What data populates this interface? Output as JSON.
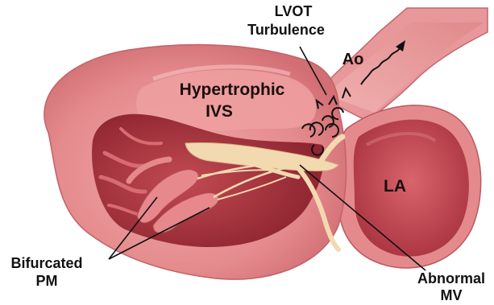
{
  "labels": {
    "lvot_line1": "LVOT",
    "lvot_line2": "Turbulence",
    "ao": "Ao",
    "hypertrophic_line1": "Hypertrophic",
    "hypertrophic_line2": "IVS",
    "la": "LA",
    "bifurcated_line1": "Bifurcated",
    "bifurcated_line2": "PM",
    "abnormal_line1": "Abnormal",
    "abnormal_line2": "MV"
  },
  "colors": {
    "myocardium": "#e48a8c",
    "myocardium_light": "#f2b3b3",
    "cavity_dark": "#a8333c",
    "cavity_mid": "#c24a52",
    "valve": "#f3d9b0",
    "aorta": "#e89a9a",
    "atrium": "#c8505a",
    "label": "#111111"
  }
}
